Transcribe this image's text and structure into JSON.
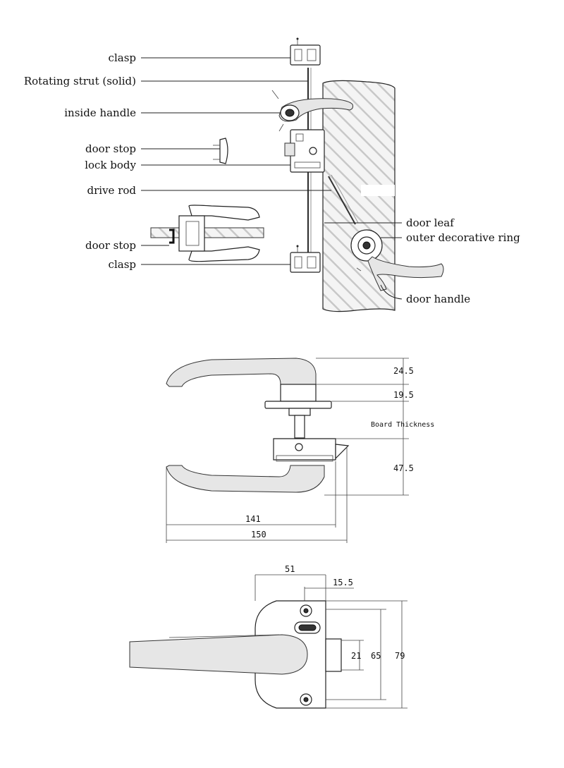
{
  "exploded_view": {
    "labels_left": {
      "clasp_top": "clasp",
      "rotating_strut": "Rotating strut (solid)",
      "inside_handle": "inside handle",
      "door_stop_top": "door stop",
      "lock_body": "lock body",
      "drive_rod": "drive rod",
      "door_stop_bottom": "door stop",
      "clasp_bottom": "clasp"
    },
    "labels_right": {
      "door_leaf": "door leaf",
      "outer_ring": "outer decorative ring",
      "door_handle": "door handle"
    }
  },
  "side_view": {
    "dim_top": "24.5",
    "dim_mid": "19.5",
    "board_thickness": "Board Thickness",
    "dim_bottom": "47.5",
    "dim_width_inner": "141",
    "dim_width_outer": "150"
  },
  "front_view": {
    "dim_51": "51",
    "dim_15_5": "15.5",
    "dim_21": "21",
    "dim_65": "65",
    "dim_79": "79"
  }
}
